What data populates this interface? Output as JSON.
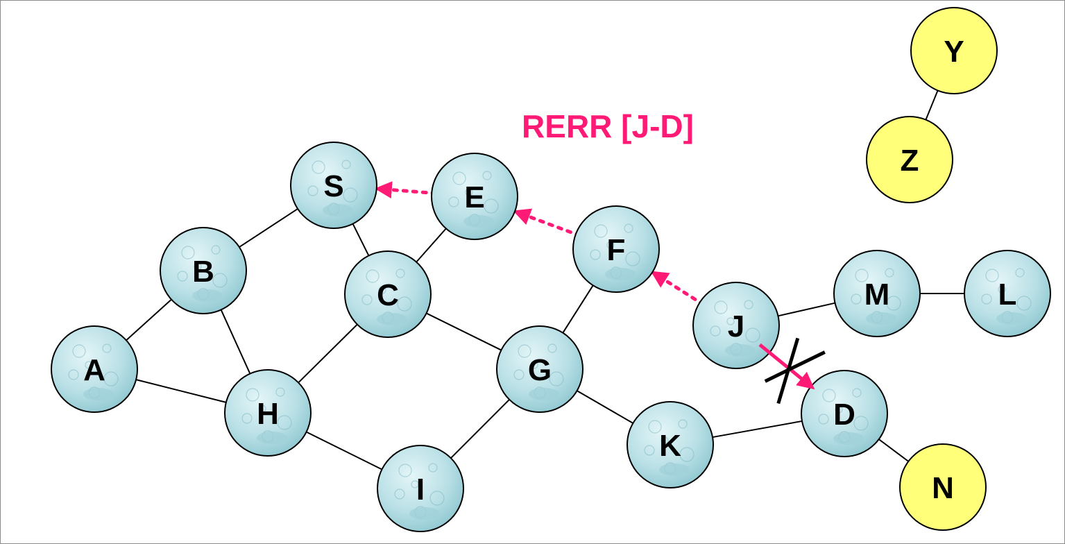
{
  "colors": {
    "node_fill": "#b9e0e6",
    "node_fill_highlight": "#e4f5f7",
    "node_fill_shadow": "#8fc7d0",
    "inactive_fill": "#ffff7a",
    "edge": "#000000",
    "rerr": "#ff1a75"
  },
  "rerr_label": "RERR [J-D]",
  "nodes": [
    {
      "id": "S",
      "label": "S",
      "style": "bubble"
    },
    {
      "id": "E",
      "label": "E",
      "style": "bubble"
    },
    {
      "id": "B",
      "label": "B",
      "style": "bubble"
    },
    {
      "id": "C",
      "label": "C",
      "style": "bubble"
    },
    {
      "id": "F",
      "label": "F",
      "style": "bubble"
    },
    {
      "id": "A",
      "label": "A",
      "style": "bubble"
    },
    {
      "id": "H",
      "label": "H",
      "style": "bubble"
    },
    {
      "id": "G",
      "label": "G",
      "style": "bubble"
    },
    {
      "id": "I",
      "label": "I",
      "style": "bubble"
    },
    {
      "id": "K",
      "label": "K",
      "style": "bubble"
    },
    {
      "id": "J",
      "label": "J",
      "style": "bubble"
    },
    {
      "id": "D",
      "label": "D",
      "style": "bubble"
    },
    {
      "id": "M",
      "label": "M",
      "style": "bubble"
    },
    {
      "id": "L",
      "label": "L",
      "style": "bubble"
    },
    {
      "id": "Y",
      "label": "Y",
      "style": "plain"
    },
    {
      "id": "Z",
      "label": "Z",
      "style": "plain"
    },
    {
      "id": "N",
      "label": "N",
      "style": "plain"
    }
  ],
  "edges": [
    [
      "S",
      "B"
    ],
    [
      "S",
      "C"
    ],
    [
      "E",
      "C"
    ],
    [
      "B",
      "A"
    ],
    [
      "B",
      "H"
    ],
    [
      "A",
      "H"
    ],
    [
      "C",
      "H"
    ],
    [
      "C",
      "G"
    ],
    [
      "F",
      "G"
    ],
    [
      "H",
      "I"
    ],
    [
      "G",
      "I"
    ],
    [
      "G",
      "K"
    ],
    [
      "K",
      "D"
    ],
    [
      "J",
      "M"
    ],
    [
      "M",
      "L"
    ],
    [
      "D",
      "N"
    ],
    [
      "Y",
      "Z"
    ]
  ],
  "rerr_path": [
    [
      "J",
      "F"
    ],
    [
      "F",
      "E"
    ],
    [
      "E",
      "S"
    ]
  ],
  "broken_link": [
    "J",
    "D"
  ]
}
